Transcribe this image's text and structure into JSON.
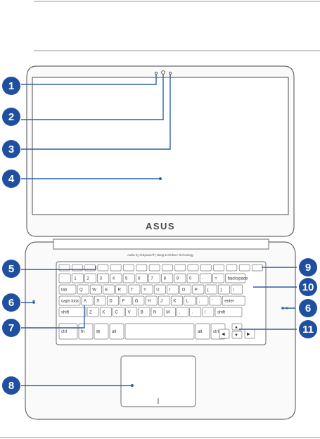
{
  "laptop": {
    "brand_logo": "ASUS",
    "audio_text": "Audio by ICEpower® | Bang & Olufsen Technology"
  },
  "callouts": [
    {
      "num": "1",
      "icon": "blue-circle"
    },
    {
      "num": "2",
      "icon": "blue-circle"
    },
    {
      "num": "3",
      "icon": "blue-circle"
    },
    {
      "num": "4",
      "icon": "blue-circle"
    },
    {
      "num": "5",
      "icon": "blue-circle"
    },
    {
      "num": "6",
      "icon": "blue-circle"
    },
    {
      "num": "6",
      "icon": "blue-circle"
    },
    {
      "num": "7",
      "icon": "blue-circle"
    },
    {
      "num": "8",
      "icon": "blue-circle"
    },
    {
      "num": "9",
      "icon": "blue-circle"
    },
    {
      "num": "10",
      "icon": "blue-circle"
    },
    {
      "num": "11",
      "icon": "blue-circle"
    }
  ],
  "keyboard": {
    "row1": [
      "`",
      "1",
      "2",
      "3",
      "4",
      "5",
      "6",
      "7",
      "8",
      "9",
      "0",
      "-",
      "=",
      "backspace"
    ],
    "row2": [
      "tab",
      "Q",
      "W",
      "E",
      "R",
      "T",
      "Y",
      "U",
      "I",
      "O",
      "P",
      "[",
      "]",
      "\\"
    ],
    "row3": [
      "caps lock",
      "A",
      "S",
      "D",
      "F",
      "G",
      "H",
      "J",
      "K",
      "L",
      ";",
      "'",
      "enter"
    ],
    "row4": [
      "shift",
      "Z",
      "X",
      "C",
      "V",
      "B",
      "N",
      "M",
      ",",
      ".",
      "/",
      "shift"
    ],
    "row5": [
      "ctrl",
      "fn",
      "⊞",
      "alt",
      "",
      "alt",
      "ctrl"
    ]
  },
  "colors": {
    "callout_blue": "#1f4f9f",
    "leader_blue": "#2f5fa8",
    "outline": "#6a6a6a"
  }
}
